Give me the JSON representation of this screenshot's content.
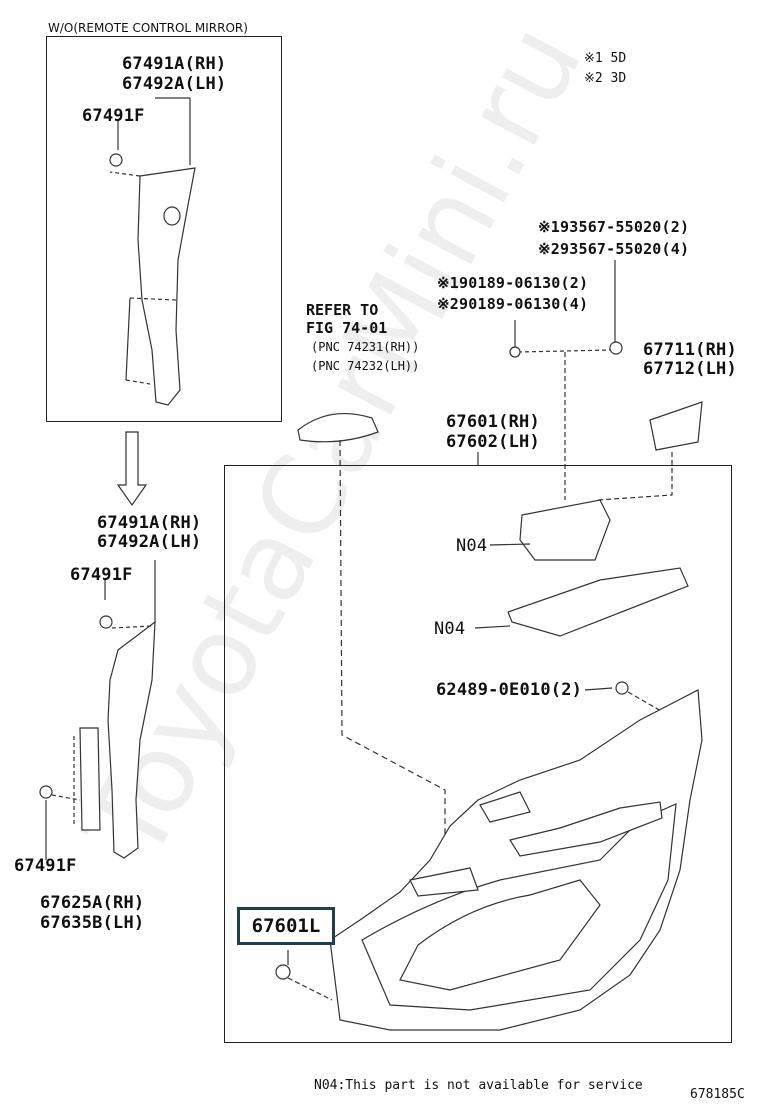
{
  "header": {
    "variant": "W/O(REMOTE CONTROL MIRROR)"
  },
  "notes": {
    "note1": "※1 5D",
    "note2": "※2 3D"
  },
  "upper_box": {
    "pn_a": "67491A(RH)",
    "pn_b": "67492A(LH)",
    "pn_clip": "67491F"
  },
  "lower_left": {
    "pn_a": "67491A(RH)",
    "pn_b": "67492A(LH)",
    "pn_clip_top": "67491F",
    "pn_clip_bottom": "67491F",
    "pn_c": "67625A(RH)",
    "pn_d": "67635B(LH)"
  },
  "refer": {
    "line1": "REFER TO",
    "line2": "FIG 74-01",
    "pnc1": "(PNC 74231(RH))",
    "pnc2": "(PNC 74232(LH))"
  },
  "screws": {
    "s1": "※193567-55020(2)",
    "s2": "※293567-55020(4)",
    "s3": "※190189-06130(2)",
    "s4": "※290189-06130(4)"
  },
  "parts": {
    "p67711": "67711(RH)",
    "p67712": "67712(LH)",
    "p67601": "67601(RH)",
    "p67602": "67602(LH)",
    "n04_a": "N04",
    "n04_b": "N04",
    "p62489": "62489-0E010(2)",
    "highlight": "67601L"
  },
  "footer": {
    "note": "N04:This part is not available for service",
    "code": "678185C"
  },
  "watermark": "ToyotaCarMini.ru"
}
